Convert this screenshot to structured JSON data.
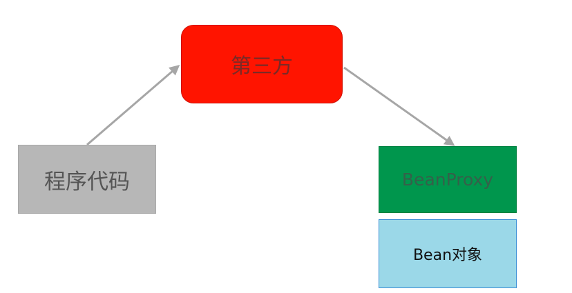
{
  "diagram": {
    "nodes": {
      "third_party": {
        "label": "第三方",
        "color": "#ff1400"
      },
      "program_code": {
        "label": "程序代码",
        "color": "#b7b7b7"
      },
      "bean_proxy": {
        "label": "BeanProxy",
        "color": "#00964d"
      },
      "bean_object": {
        "label": "Bean对象",
        "color": "#9bd8e8"
      }
    },
    "edges": [
      {
        "from": "program_code",
        "to": "third_party"
      },
      {
        "from": "third_party",
        "to": "bean_proxy"
      }
    ],
    "colors": {
      "arrow": "#a6a6a6",
      "background": "#ffffff"
    }
  }
}
